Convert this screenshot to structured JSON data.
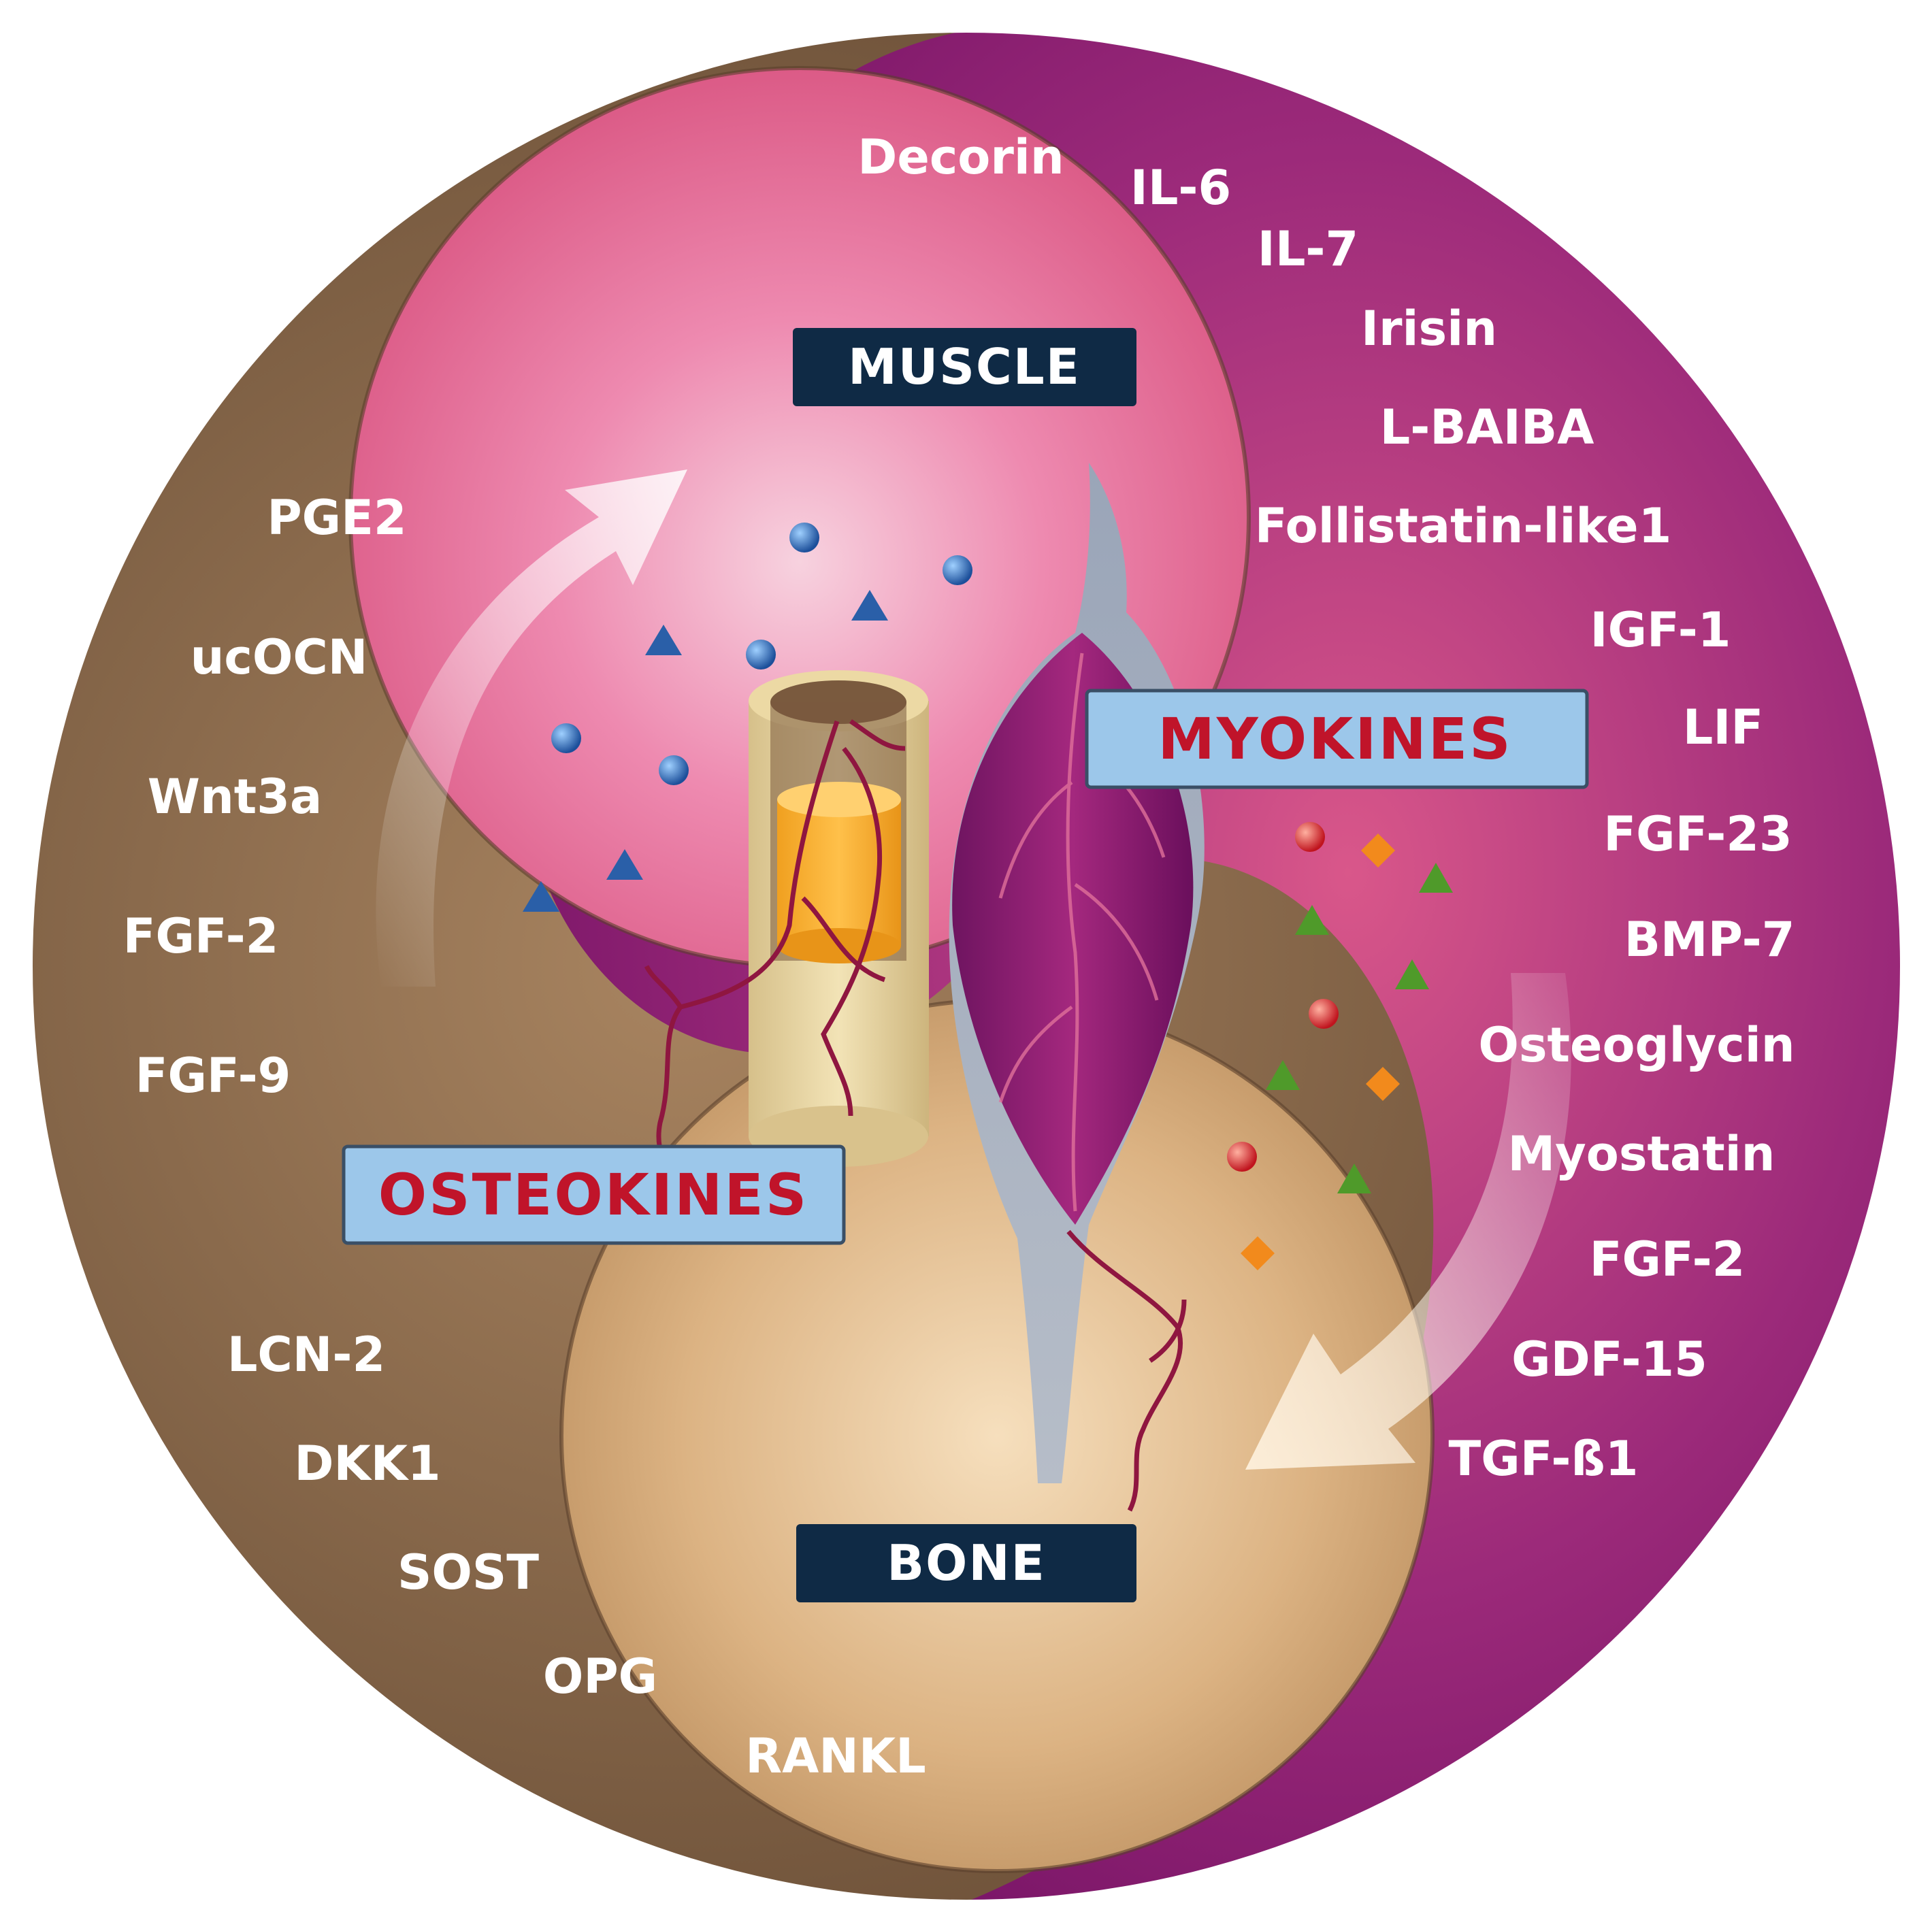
{
  "labels": {
    "muscle": "MUSCLE",
    "bone": "BONE",
    "myokines": "MYOKINES",
    "osteokines": "OSTEOKINES"
  },
  "myokines_list": [
    "Decorin",
    "IL-6",
    "IL-7",
    "Irisin",
    "L-BAIBA",
    "Follistatin-like1",
    "IGF-1",
    "LIF",
    "FGF-23",
    "BMP-7",
    "Osteoglycin",
    "Myostatin",
    "FGF-2",
    "GDF-15",
    "TGF-ß1"
  ],
  "osteokines_list": [
    "PGE2",
    "ucOCN",
    "Wnt3a",
    "FGF-2",
    "FGF-9",
    "LCN-2",
    "DKK1",
    "SOST",
    "OPG",
    "RANKL"
  ],
  "colors": {
    "bone_outer": "#7a5a40",
    "muscle_outer": "#8b1a6e",
    "muscle_inner": "#e86a95",
    "bone_inner": "#e9c99a",
    "label_box": "#0f2a45",
    "kines_box": "#9cc7ea",
    "kines_text": "#c0142a"
  }
}
